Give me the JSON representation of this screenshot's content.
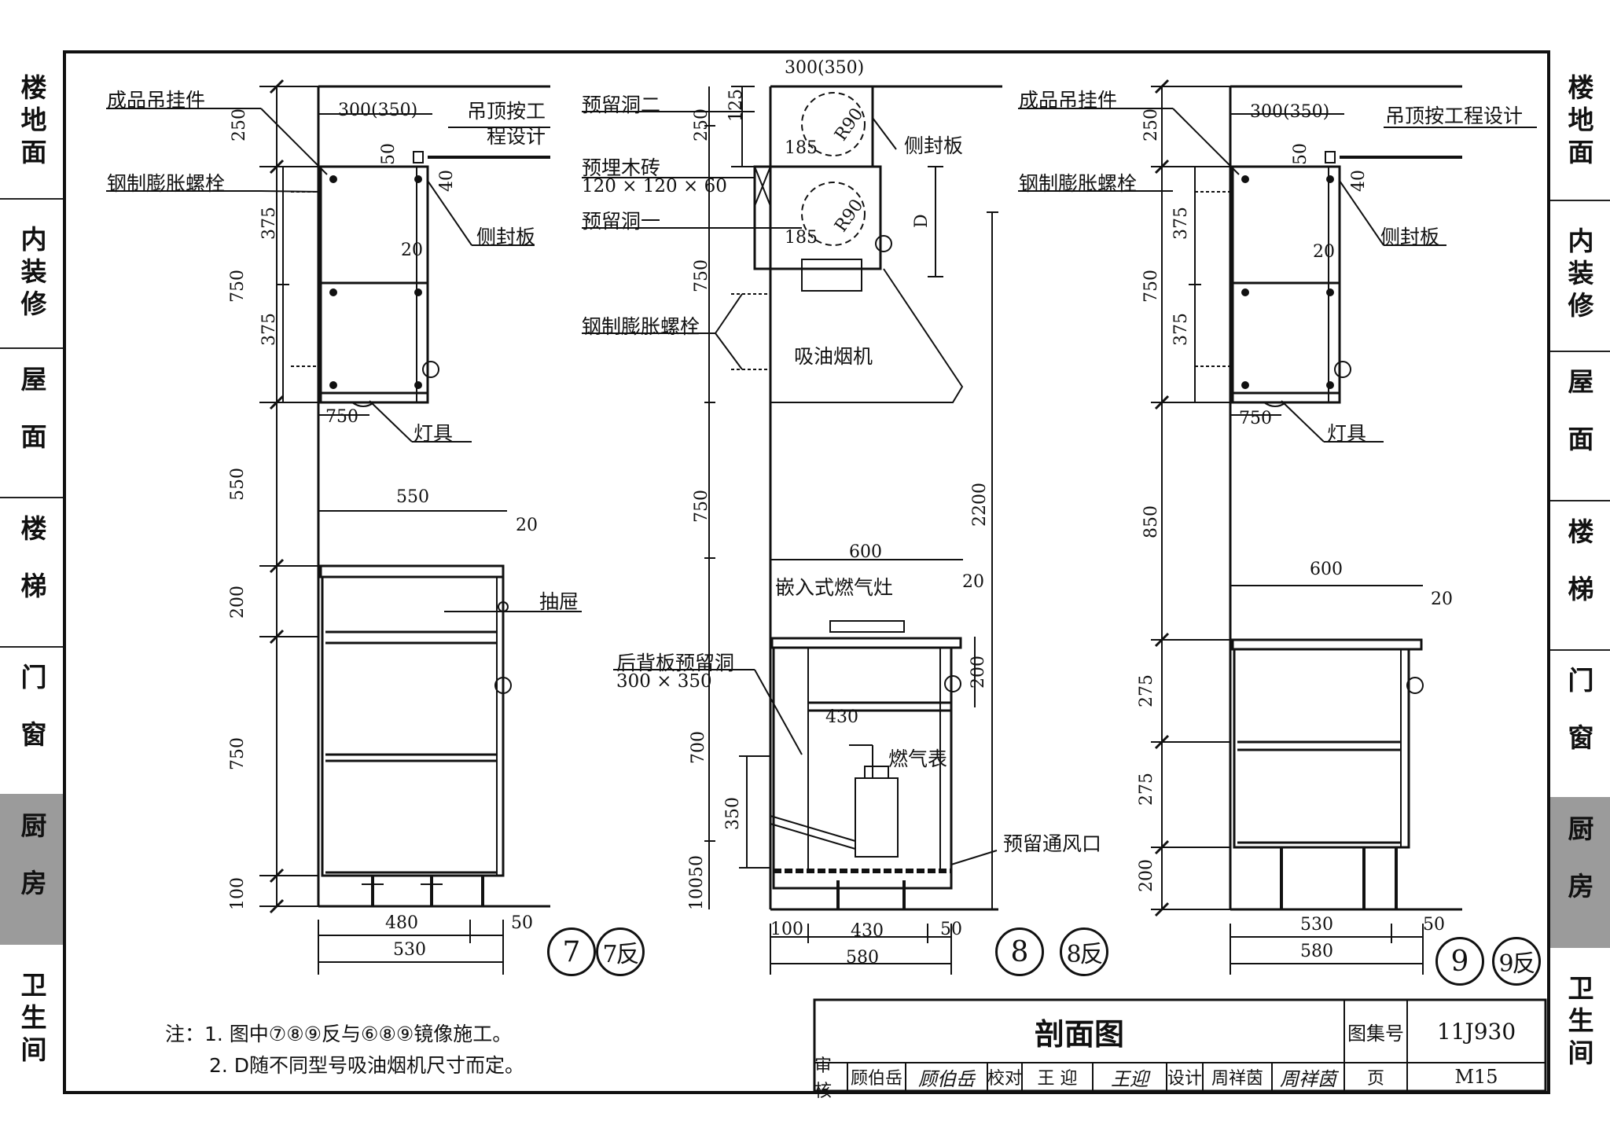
{
  "left_tabs": [
    {
      "label": "楼地面"
    },
    {
      "label": "内装修"
    },
    {
      "label": "屋面"
    },
    {
      "label": "楼梯"
    },
    {
      "label": "门窗"
    },
    {
      "label": "厨房",
      "active": true
    },
    {
      "label": "卫生间"
    }
  ],
  "right_tabs": [
    {
      "label": "楼地面"
    },
    {
      "label": "内装修"
    },
    {
      "label": "屋面"
    },
    {
      "label": "楼梯"
    },
    {
      "label": "门窗"
    },
    {
      "label": "厨房",
      "active": true
    },
    {
      "label": "卫生间"
    }
  ],
  "section7": {
    "labels": {
      "hanger": "成品吊挂件",
      "bolt": "钢制膨胀螺栓",
      "ceiling": "吊顶按工程设计",
      "side_panel": "侧封板",
      "lamp": "灯具",
      "drawer": "抽屉"
    },
    "dims": {
      "d300": "300(350)",
      "d250": "250",
      "d50": "50",
      "d40": "40",
      "d375a": "375",
      "d750": "750",
      "d375b": "375",
      "d20a": "20",
      "d750h": "750",
      "d550v": "550",
      "d550h": "550",
      "d20b": "20",
      "d200": "200",
      "d750b": "750",
      "d100": "100",
      "d480": "480",
      "d50b": "50",
      "d530": "530"
    },
    "tag": "7",
    "tag_mirror": "7反"
  },
  "section8": {
    "labels": {
      "hole2": "预留洞二",
      "brick": "预埋木砖",
      "brick_size": "120 × 120 × 60",
      "hole1": "预留洞一",
      "side_panel": "侧封板",
      "bolt": "钢制膨胀螺栓",
      "hood": "吸油烟机",
      "stove": "嵌入式燃气灶",
      "back_hole": "后背板预留洞",
      "back_hole_size": "300 × 350",
      "meter": "燃气表",
      "vent": "预留通风口"
    },
    "dims": {
      "d300": "300(350)",
      "d125": "125",
      "d250": "250",
      "r90a": "R90",
      "d185a": "185",
      "r90b": "R90",
      "d185b": "185",
      "dD": "D",
      "d750a": "750",
      "d750b": "750",
      "d2200": "2200",
      "d600": "600",
      "d20": "20",
      "d200": "200",
      "d430a": "430",
      "d700": "700",
      "d350": "350",
      "d10050": "10050",
      "d100": "100",
      "d430b": "430",
      "d50": "50",
      "d580": "580"
    },
    "tag": "8",
    "tag_mirror": "8反"
  },
  "section9": {
    "labels": {
      "hanger": "成品吊挂件",
      "bolt": "钢制膨胀螺栓",
      "ceiling": "吊顶按工程设计",
      "side_panel": "侧封板",
      "lamp": "灯具"
    },
    "dims": {
      "d300": "300(350)",
      "d250": "250",
      "d50": "50",
      "d40": "40",
      "d375a": "375",
      "d750": "750",
      "d375b": "375",
      "d20a": "20",
      "d750h": "750",
      "d850": "850",
      "d600": "600",
      "d20b": "20",
      "d275a": "275",
      "d275b": "275",
      "d200": "200",
      "d530": "530",
      "d50b": "50",
      "d580": "580"
    },
    "tag": "9",
    "tag_mirror": "9反"
  },
  "notes": {
    "line1": "注：1. 图中⑦⑧⑨反与⑥⑧⑨镜像施工。",
    "line2": "2. D随不同型号吸油烟机尺寸而定。"
  },
  "title_block": {
    "title": "剖面图",
    "atlas_label": "图集号",
    "atlas_value": "11J930",
    "review_label": "审核",
    "review_name": "顾伯岳",
    "review_sig": "顾伯岳",
    "check_label": "校对",
    "check_name": "王 迎",
    "check_sig": "王迎",
    "design_label": "设计",
    "design_name": "周祥茵",
    "design_sig": "周祥茵",
    "page_label": "页",
    "page_value": "M15"
  }
}
